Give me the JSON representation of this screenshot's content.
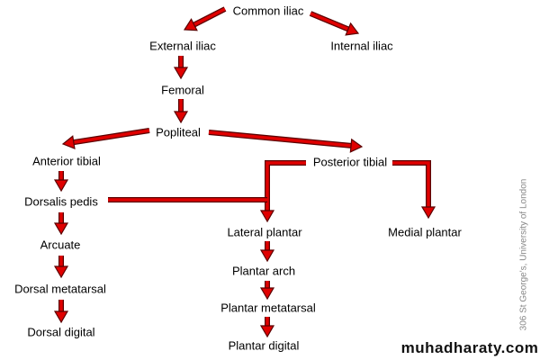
{
  "nodes": {
    "common_iliac": "Common iliac",
    "external_iliac": "External iliac",
    "internal_iliac": "Internal iliac",
    "femoral": "Femoral",
    "popliteal": "Popliteal",
    "anterior_tibial": "Anterior tibial",
    "posterior_tibial": "Posterior tibial",
    "dorsalis_pedis": "Dorsalis pedis",
    "lateral_plantar": "Lateral plantar",
    "medial_plantar": "Medial plantar",
    "arcuate": "Arcuate",
    "plantar_arch": "Plantar arch",
    "dorsal_metatarsal": "Dorsal metatarsal",
    "plantar_metatarsal": "Plantar metatarsal",
    "dorsal_digital": "Dorsal digital",
    "plantar_digital": "Plantar digital"
  },
  "credit": "306 St George's, University of London",
  "watermark": "muhadharaty.com",
  "colors": {
    "arrow": "#e00000",
    "arrow_outline": "#5a0000"
  }
}
